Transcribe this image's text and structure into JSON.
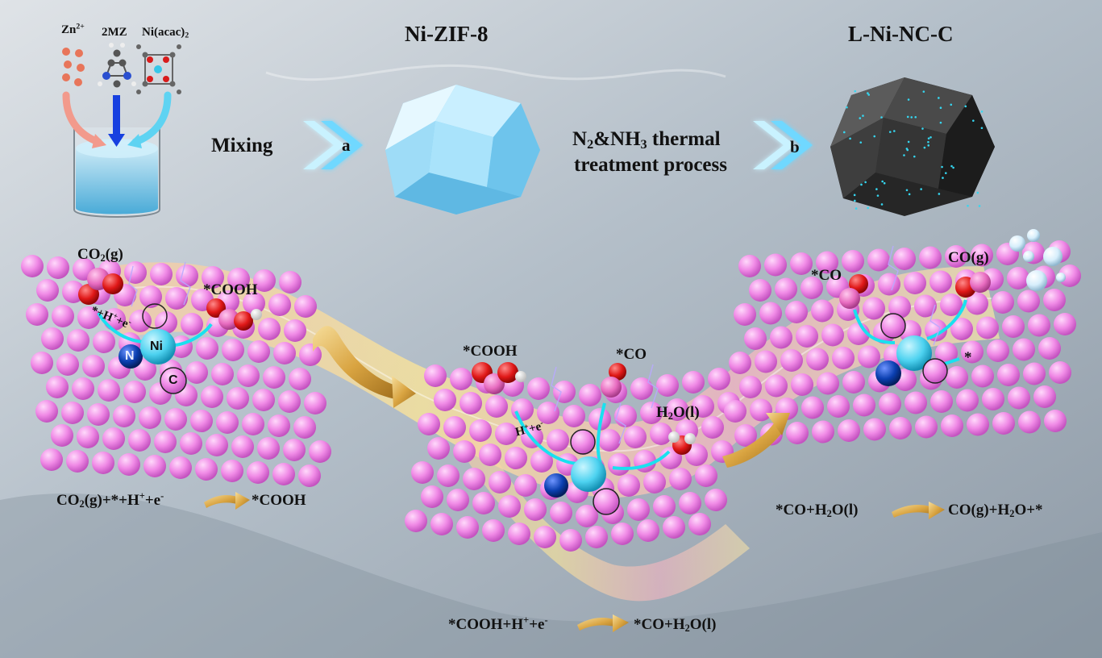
{
  "reagents": {
    "zn": "Zn",
    "zn_charge": "2+",
    "mz": "2MZ",
    "ni": "Ni(acac)",
    "ni_sub": "2"
  },
  "titles": {
    "zif": "Ni-ZIF-8",
    "product": "L-Ni-NC-C"
  },
  "steps": {
    "mixing": "Mixing",
    "a": "a",
    "b": "b",
    "treat_n": "N",
    "treat_2": "2",
    "treat_amp": "&NH",
    "treat_3": "3",
    "treat_thermal": " thermal",
    "treat_line2": "treatment process"
  },
  "species": {
    "co2g": "CO",
    "co2g_sub": "2",
    "co2g_tail": "(g)",
    "cooh_left": "*COOH",
    "hplus_left": "*+H",
    "hplus_left_sup": "+",
    "hplus_left_e": "+e",
    "hplus_left_esup": "-",
    "ni_label": "Ni",
    "n_label": "N",
    "c_label": "C",
    "cooh_mid": "*COOH",
    "co_mid": "*CO",
    "h2o_pre": "H",
    "h2o_sub": "2",
    "h2o_tail": "O(l)",
    "he_mid": "H",
    "he_mid_sup": "+",
    "he_mid_e": "+e",
    "he_mid_esup": "-",
    "co_right": "*CO",
    "cog_right": "CO(g)",
    "star_right": "*"
  },
  "equations": {
    "eq1": {
      "a": "CO",
      "a_sub": "2",
      "b": "(g)+*+H",
      "b_sup": "+",
      "c": "+e",
      "c_sup": "-",
      "product": "*COOH"
    },
    "eq2": {
      "a": "*COOH+H",
      "a_sup": "+",
      "b": "+e",
      "b_sup": "-",
      "product_a": "*CO+H",
      "product_sub": "2",
      "product_b": "O(l)"
    },
    "eq3": {
      "a": "*CO+H",
      "a_sub": "2",
      "b": "O(l)",
      "product_a": "CO(g)+H",
      "product_sub": "2",
      "product_b": "O+*"
    }
  },
  "colors": {
    "zn_ion": "#e8755a",
    "ni_atom": "#4dd2f0",
    "n_atom": "#0b3fb0",
    "carbon_sphere": "#f08ae6",
    "oxygen": "#e01818",
    "c_in_co": "#e86cc0",
    "hydrogen": "#f4f4f4",
    "zif_crystal": "#8fd9f7",
    "carbon_crystal": "#2b2b2b",
    "cyan_path": "#19e1ef",
    "arrow_gold": "#d9a441",
    "chevron": "#9ee9ff"
  }
}
